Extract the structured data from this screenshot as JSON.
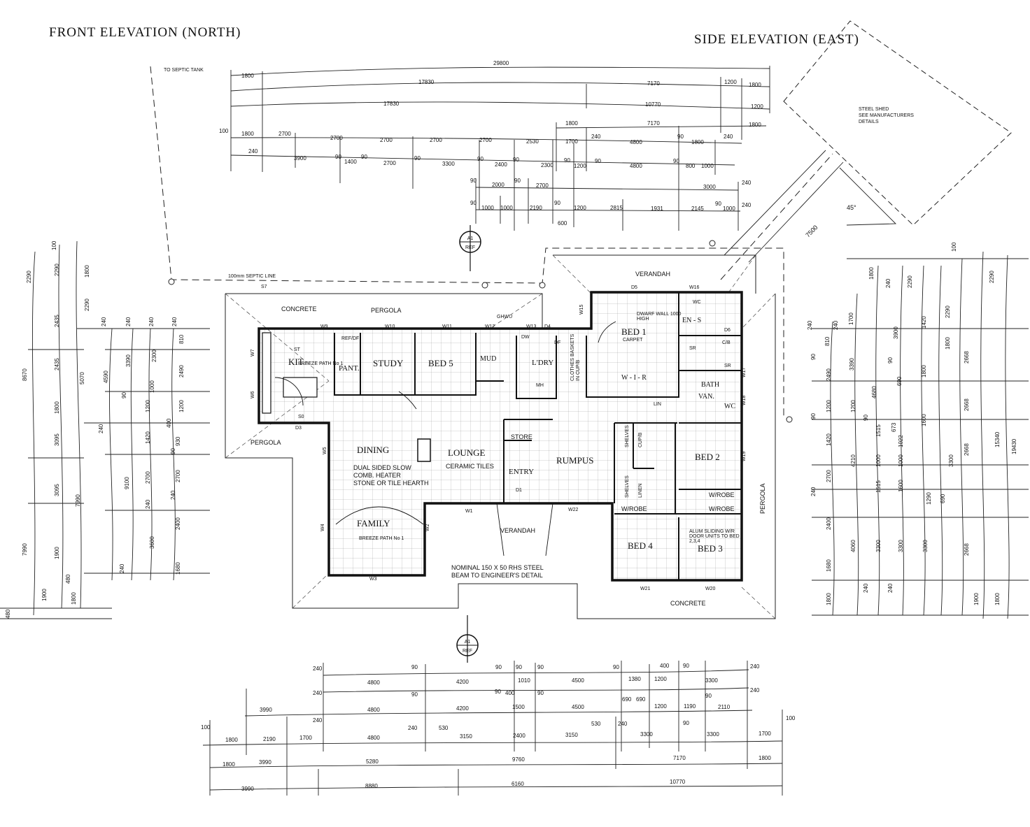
{
  "titles": {
    "front": "FRONT ELEVATION (NORTH)",
    "side": "SIDE ELEVATION (EAST)"
  },
  "notes": {
    "septic_tank": "TO SEPTIC TANK",
    "septic_line": "100mm SEPTIC LINE",
    "steel_shed": [
      "STEEL SHED",
      "SEE MANUFACTURERS",
      "DETAILS"
    ],
    "shed_dim": "7500",
    "angle": "45°",
    "heater": [
      "DUAL SIDED SLOW",
      "COMB. HEATER",
      "STONE OR TILE HEARTH"
    ],
    "ceramic": "CERAMIC TILES",
    "beam": [
      "NOMINAL 150 X 50 RHS STEEL",
      "BEAM TO ENGINEER'S DETAIL"
    ],
    "sliding": [
      "ALUM SLIDING W/R",
      "DOOR UNITS TO BED",
      "2,3,4"
    ],
    "dwarf": [
      "DWARF WALL 1000",
      "HIGH"
    ],
    "baskets": [
      "CLOTHES BASKETS",
      "IN CUP/B"
    ],
    "breeze1": "BREEZE PATH No 1",
    "breeze2": "BREEZE PATH No 1"
  },
  "ref_markers": [
    {
      "top": "A1",
      "bottom": "REF"
    },
    {
      "top": "A1",
      "bottom": "REF"
    }
  ],
  "rooms": {
    "verandah_top": "VERANDAH",
    "concrete_top": "CONCRETE",
    "pergola_top": "PERGOLA",
    "kit": "KIT.",
    "pant": "PANT.",
    "study": "STUDY",
    "bed5": "BED 5",
    "mud": "MUD",
    "ldry": "L'DRY",
    "bed1": "BED 1",
    "ens": "EN - S",
    "wir": "W - I - R",
    "bath": "BATH",
    "van": "VAN.",
    "wc": "WC",
    "lin": "LIN",
    "dining": "DINING",
    "lounge": "LOUNGE",
    "rumpus": "RUMPUS",
    "store": "STORE",
    "entry": "ENTRY",
    "bed2": "BED 2",
    "pergola_left": "PERGOLA",
    "pergola_right": "PERGOLA",
    "family": "FAMILY",
    "verandah_bottom": "VERANDAH",
    "bed4": "BED 4",
    "bed3": "BED 3",
    "wrobe1": "W/ROBE",
    "wrobe2": "W/ROBE",
    "wrobe3": "W/ROBE",
    "concrete_bottom": "CONCRETE",
    "shelves1": "SHELVES",
    "shelves2": "SHELVES",
    "cupb": "CUP/B",
    "linen": "LINEN",
    "carpet": "CARPET"
  },
  "windows": [
    "W1",
    "W2",
    "W3",
    "W4",
    "W5",
    "W6",
    "W7",
    "W9",
    "W10",
    "W11",
    "W12",
    "W13",
    "W15",
    "W16",
    "W17",
    "W18",
    "W19",
    "W20",
    "W21",
    "W22",
    "D1",
    "D3",
    "D4",
    "D5",
    "D6",
    "S0",
    "S7",
    "GHWU",
    "SR"
  ],
  "dims": {
    "top_row1": [
      "29800"
    ],
    "top_row2": [
      "1800",
      "17830",
      "7170",
      "1200",
      "1800"
    ],
    "top_row3": [
      "17830",
      "10770",
      "1200"
    ],
    "top_row4": [
      "1800",
      "7170",
      "1800"
    ],
    "top_row5": [
      "100",
      "1800",
      "2700",
      "2700",
      "2700",
      "2700",
      "2700",
      "2530",
      "1700",
      "240",
      "4800",
      "90",
      "1800",
      "240"
    ],
    "top_row6": [
      "240",
      "3900",
      "90",
      "1400",
      "90",
      "2700",
      "90",
      "3300",
      "90",
      "2400",
      "90",
      "2300",
      "90",
      "1200",
      "90",
      "4800",
      "90",
      "800",
      "1000"
    ],
    "top_row7": [
      "90",
      "2000",
      "90",
      "2700",
      "3000",
      "240"
    ],
    "top_row8": [
      "90",
      "1000",
      "1000",
      "2190",
      "90",
      "1200",
      "2815",
      "1931",
      "2145",
      "90",
      "1000",
      "240",
      "600"
    ],
    "bottom_row1": [
      "240",
      "4800",
      "90",
      "4200",
      "90",
      "90",
      "1010",
      "90",
      "4500",
      "90",
      "1380",
      "400",
      "1200",
      "90",
      "3300",
      "240"
    ],
    "bottom_row2": [
      "240",
      "4800",
      "90",
      "4200",
      "90",
      "400",
      "1500",
      "90",
      "4500",
      "690",
      "690",
      "1200",
      "1190",
      "90",
      "2110",
      "240"
    ],
    "bottom_row3": [
      "100",
      "1800",
      "2190",
      "1700",
      "240",
      "4800",
      "240",
      "530",
      "3150",
      "2400",
      "3150",
      "530",
      "240",
      "3300",
      "90",
      "3300",
      "1700",
      "100"
    ],
    "bottom_row4": [
      "1800",
      "3990",
      "5280",
      "9760",
      "7170",
      "1800"
    ],
    "bottom_row5": [
      "3990",
      "3990",
      "8880",
      "6160",
      "10770"
    ],
    "left_outer": [
      "100",
      "2290",
      "1800",
      "8670",
      "7990",
      "480"
    ],
    "left_mid": [
      "2290",
      "1800",
      "2435",
      "2435",
      "1800",
      "3095",
      "3095",
      "1900"
    ],
    "left_inner": [
      "1800",
      "2290",
      "5070",
      "7990",
      "1800",
      "480"
    ],
    "left_col4": [
      "240",
      "4590",
      "240",
      "9100",
      "3600",
      "240"
    ],
    "left_col5": [
      "240",
      "3390",
      "90",
      "1200",
      "1420",
      "90",
      "2700",
      "240",
      "2400",
      "1680"
    ],
    "left_col6": [
      "240",
      "2300",
      "1000",
      "90",
      "400",
      "930",
      "2700",
      "240"
    ],
    "left_col7": [
      "240",
      "810",
      "2490",
      "1200",
      "90",
      "2700"
    ],
    "right_col1": [
      "240",
      "810",
      "2490",
      "1200",
      "1420",
      "2700",
      "2400",
      "1680",
      "1800"
    ],
    "right_col2": [
      "240",
      "90",
      "1200",
      "90",
      "4210",
      "240",
      "4060",
      "240"
    ],
    "right_col3": [
      "1800",
      "3390",
      "4680",
      "90",
      "1515",
      "1000",
      "1515",
      "3300",
      "240"
    ],
    "right_col4": [
      "240",
      "1700",
      "90",
      "690",
      "673",
      "1000",
      "1600",
      "1290",
      "3300"
    ],
    "right_col5": [
      "2290",
      "3900",
      "1420",
      "1800",
      "1022",
      "1600",
      "690",
      "3300"
    ],
    "right_col6": [
      "2290",
      "1800",
      "2668",
      "2668",
      "2668",
      "3300",
      "2668"
    ],
    "right_col7": [
      "100",
      "19430",
      "15340",
      "1900",
      "1800",
      "2290"
    ]
  },
  "misc_labels": {
    "dw": "DW",
    "df": "DF",
    "mh": "MH",
    "refdf": "REF/DF",
    "st": "ST",
    "wc_small": "WC",
    "sr": "SR",
    "cb": "C/B",
    "d6": "D6",
    "den": "D3"
  }
}
